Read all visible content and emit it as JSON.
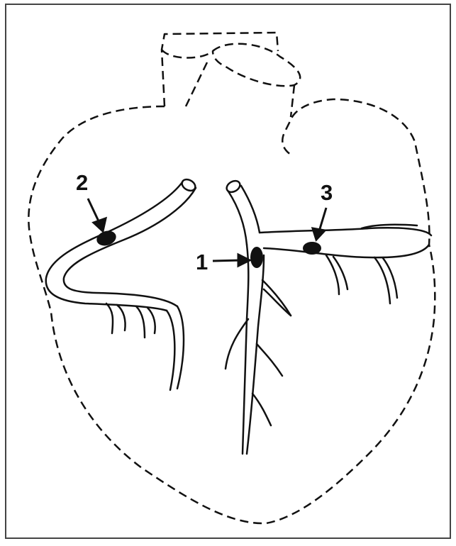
{
  "labels": {
    "lesion_1": "1",
    "lesion_2": "2",
    "lesion_3": "3"
  },
  "colors": {
    "ink": "#111111",
    "background": "#ffffff",
    "border": "#444444"
  }
}
